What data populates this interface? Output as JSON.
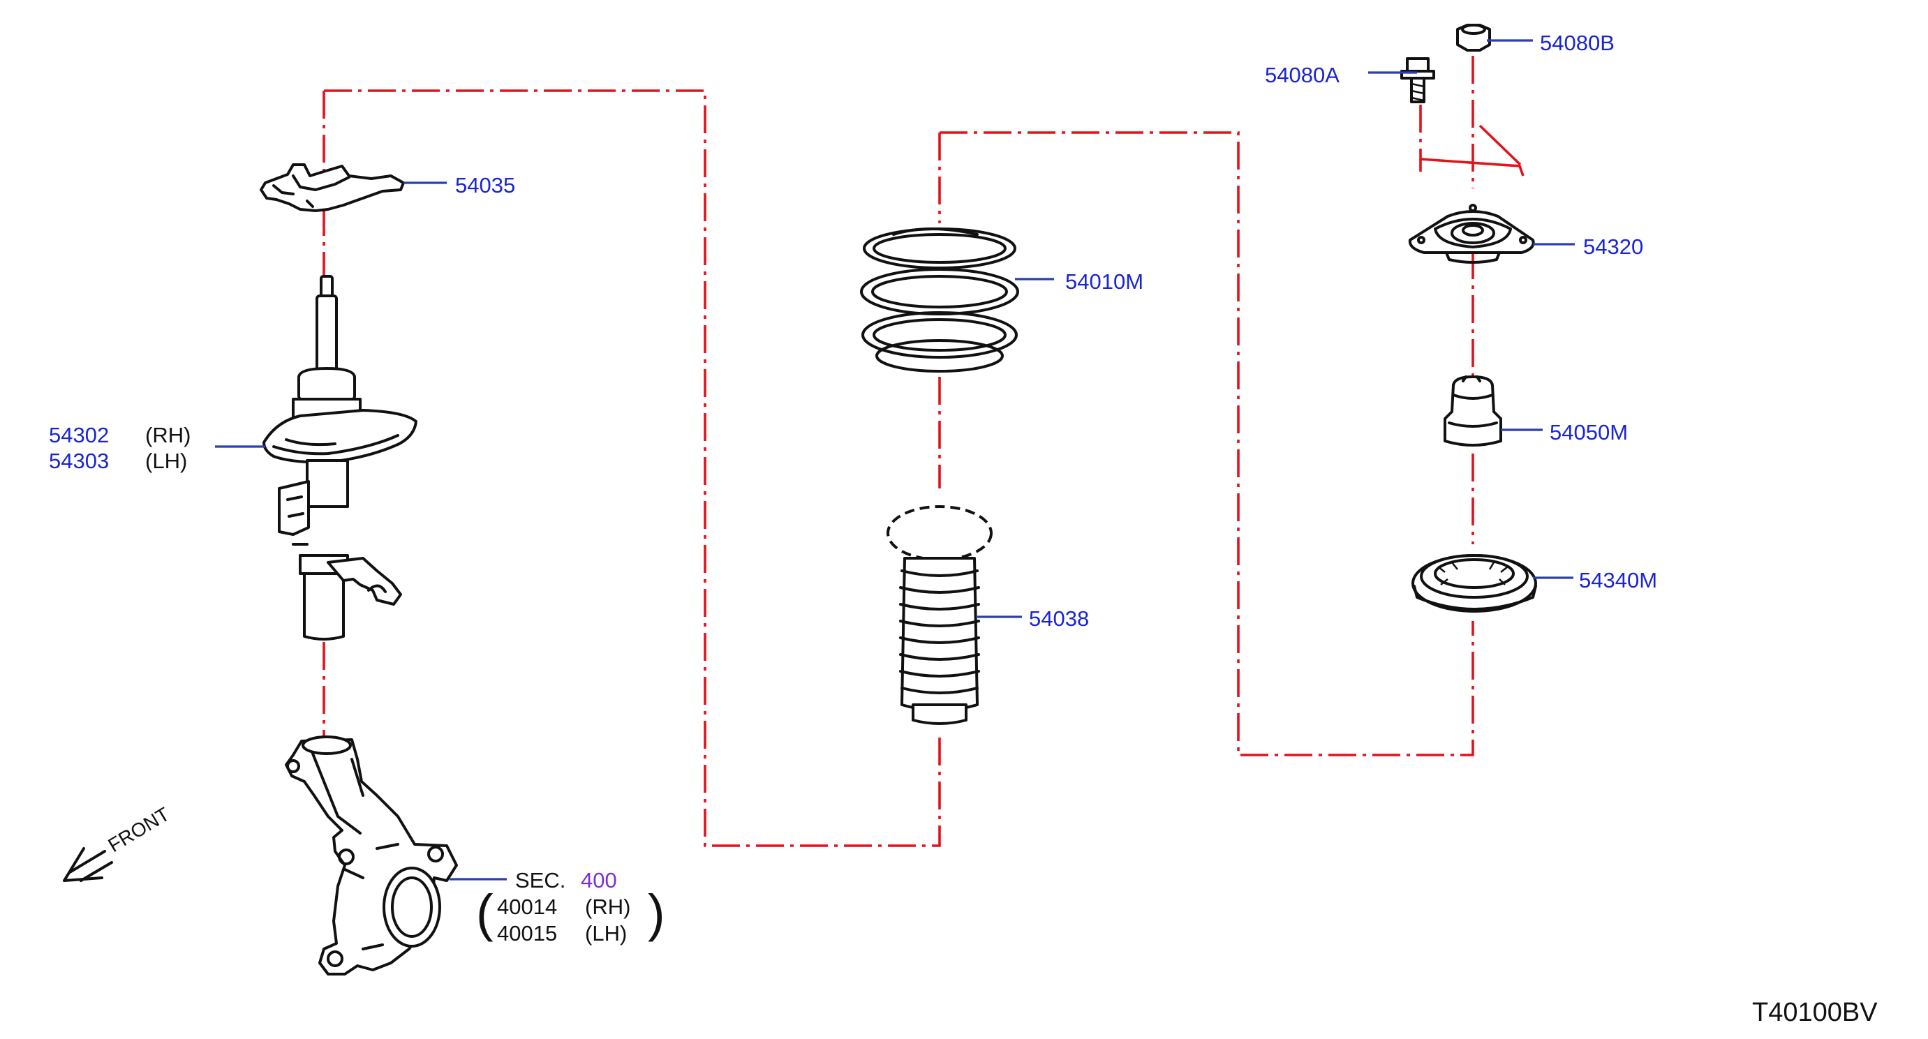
{
  "parts": {
    "p54035": "54035",
    "p54302": "54302",
    "p54302_side": "(RH)",
    "p54303": "54303",
    "p54303_side": "(LH)",
    "p54010M": "54010M",
    "p54038": "54038",
    "p54080A": "54080A",
    "p54080B": "54080B",
    "p54320": "54320",
    "p54050M": "54050M",
    "p54340M": "54340M"
  },
  "section_ref": {
    "prefix": "SEC.",
    "number": "400",
    "items": [
      {
        "part": "40014",
        "side": "(RH)"
      },
      {
        "part": "40015",
        "side": "(LH)"
      }
    ]
  },
  "front_label": "FRONT",
  "diagram_code": "T40100BV",
  "colors": {
    "part_number": "#1a24d6",
    "section_number": "#7b2fd8",
    "leader_line": "#2a3fb0",
    "assembly_line": "#e3121b",
    "drawing_ink": "#111111"
  }
}
